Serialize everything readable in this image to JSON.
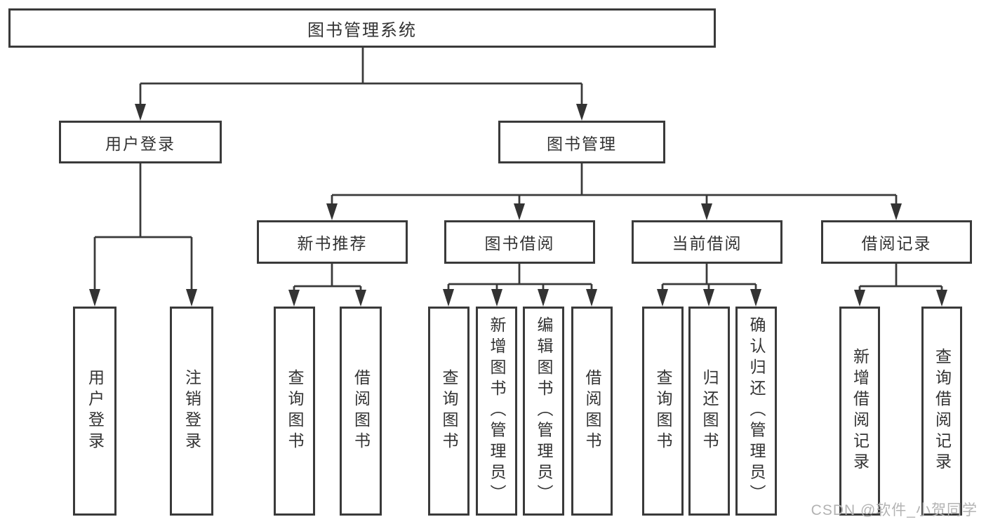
{
  "colors": {
    "line": "#3a3a3a",
    "node_border": "#3a3a3a",
    "node_background": "#ffffff",
    "text": "#333333",
    "watermark": "#b3b3b3",
    "page_background": "#ffffff"
  },
  "tree": {
    "root": {
      "label": "图书管理系统",
      "children": [
        {
          "label": "用户登录",
          "children": [
            {
              "label": "用户登录"
            },
            {
              "label": "注销登录"
            }
          ]
        },
        {
          "label": "图书管理",
          "children": [
            {
              "label": "新书推荐",
              "children": [
                {
                  "label": "查询图书"
                },
                {
                  "label": "借阅图书"
                }
              ]
            },
            {
              "label": "图书借阅",
              "children": [
                {
                  "label": "查询图书"
                },
                {
                  "label": "新增图书（管理员）"
                },
                {
                  "label": "编辑图书（管理员）"
                },
                {
                  "label": "借阅图书"
                }
              ]
            },
            {
              "label": "当前借阅",
              "children": [
                {
                  "label": "查询图书"
                },
                {
                  "label": "归还图书"
                },
                {
                  "label": "确认归还（管理员）"
                }
              ]
            },
            {
              "label": "借阅记录",
              "children": [
                {
                  "label": "新增借阅记录"
                },
                {
                  "label": "查询借阅记录"
                }
              ]
            }
          ]
        }
      ]
    }
  },
  "watermark": {
    "text": "CSDN @软件_小贺同学"
  }
}
